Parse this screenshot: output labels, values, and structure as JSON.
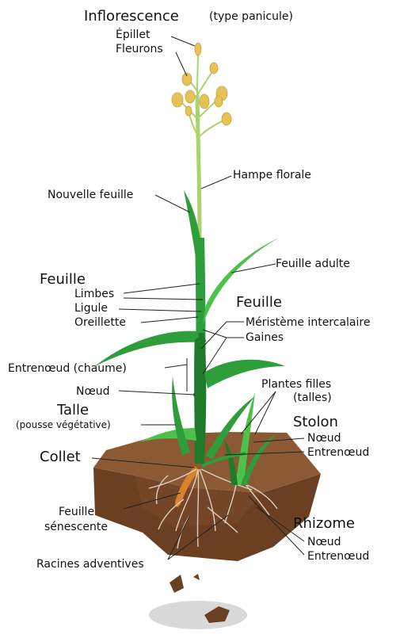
{
  "labels": {
    "inflorescence": "Inflorescence",
    "panicle_type": "(type panicule)",
    "spikelet": "Épillet",
    "florets": "Fleurons",
    "flower_stalk": "Hampe florale",
    "new_leaf": "Nouvelle feuille",
    "adult_leaf": "Feuille adulte",
    "leaf_left": "Feuille",
    "blades": "Limbes",
    "ligule": "Ligule",
    "auricle": "Oreillette",
    "leaf_right": "Feuille",
    "intercalary_meristem": "Méristème intercalaire",
    "sheaths": "Gaines",
    "internode_culm": "Entrenœud (chaume)",
    "node": "Nœud",
    "daughter_plants": "Plantes filles",
    "tillers": "(talles)",
    "tiller": "Talle",
    "vegetative_shoot": "(pousse végétative)",
    "stolon": "Stolon",
    "stolon_node": "Nœud",
    "stolon_internode": "Entrenœud",
    "collar": "Collet",
    "senescent_leaf_1": "Feuille",
    "senescent_leaf_2": "sénescente",
    "rhizome": "Rhizome",
    "rhizome_node": "Nœud",
    "rhizome_internode": "Entrenœud",
    "adventitious_roots": "Racines adventives"
  },
  "colors": {
    "leaf": "#2e9e3a",
    "leaf_light": "#4cc24a",
    "leaf_dark": "#1f7a2a",
    "stem_upper": "#a8d46a",
    "spikelet": "#e6c35a",
    "soil_top": "#8b5a34",
    "soil_side": "#6b3f22",
    "rhizome": "#d9822b",
    "roots": "#d8cfc2",
    "shadow": "#d9d9d9"
  }
}
